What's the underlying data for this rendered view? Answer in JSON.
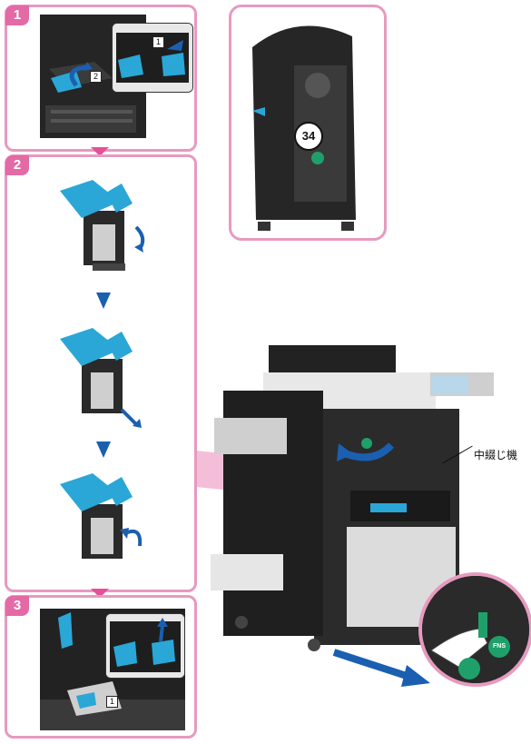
{
  "steps": [
    {
      "number": "1"
    },
    {
      "number": "2"
    },
    {
      "number": "3"
    }
  ],
  "step1": {
    "sub_labels": [
      "1",
      "2"
    ]
  },
  "step3": {
    "sub_labels": [
      "1"
    ]
  },
  "finisher_panel": {
    "callout": "34"
  },
  "machine": {
    "unit_label": "中綴じ機",
    "badge": "FNS"
  },
  "colors": {
    "accent_pink": "#e79ac0",
    "badge_pink": "#e36aa5",
    "arrow_blue": "#1b5fb0",
    "part_blue": "#2aa7d6"
  }
}
